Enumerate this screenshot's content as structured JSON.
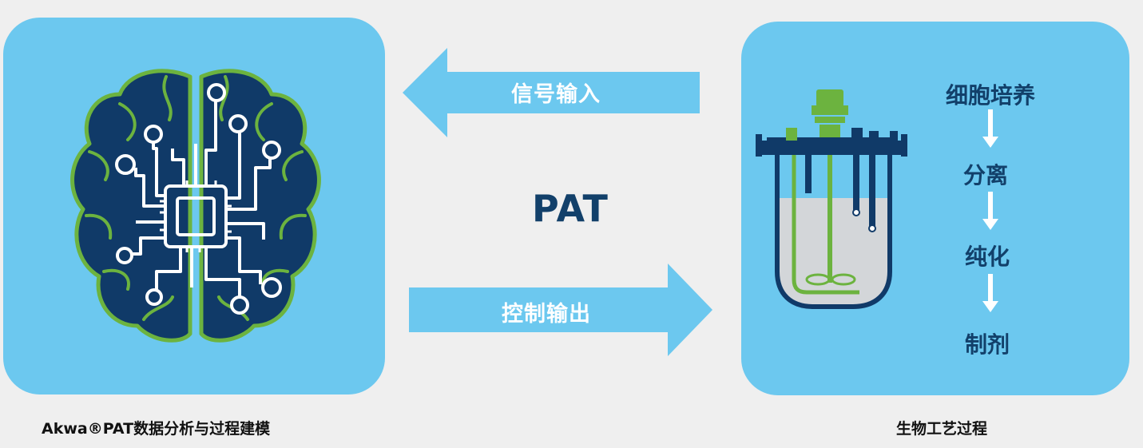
{
  "left_caption": "Akwa®PAT数据分析与过程建模",
  "right_caption": "生物工艺过程",
  "center_label": "PAT",
  "arrows": {
    "signal_input": "信号输入",
    "control_output": "控制输出"
  },
  "process_steps": [
    "细胞培养",
    "分离",
    "纯化",
    "制剂"
  ],
  "icons": {
    "left": "brain-chip-icon",
    "right": "bioreactor-icon"
  },
  "colors": {
    "background": "#efefef",
    "panel": "#6cc8ef",
    "arrow_fill": "#6cc8ef",
    "brain_fill": "#103a68",
    "brain_outline": "#6cb33f",
    "dark_text": "#12406a",
    "white": "#ffffff"
  }
}
